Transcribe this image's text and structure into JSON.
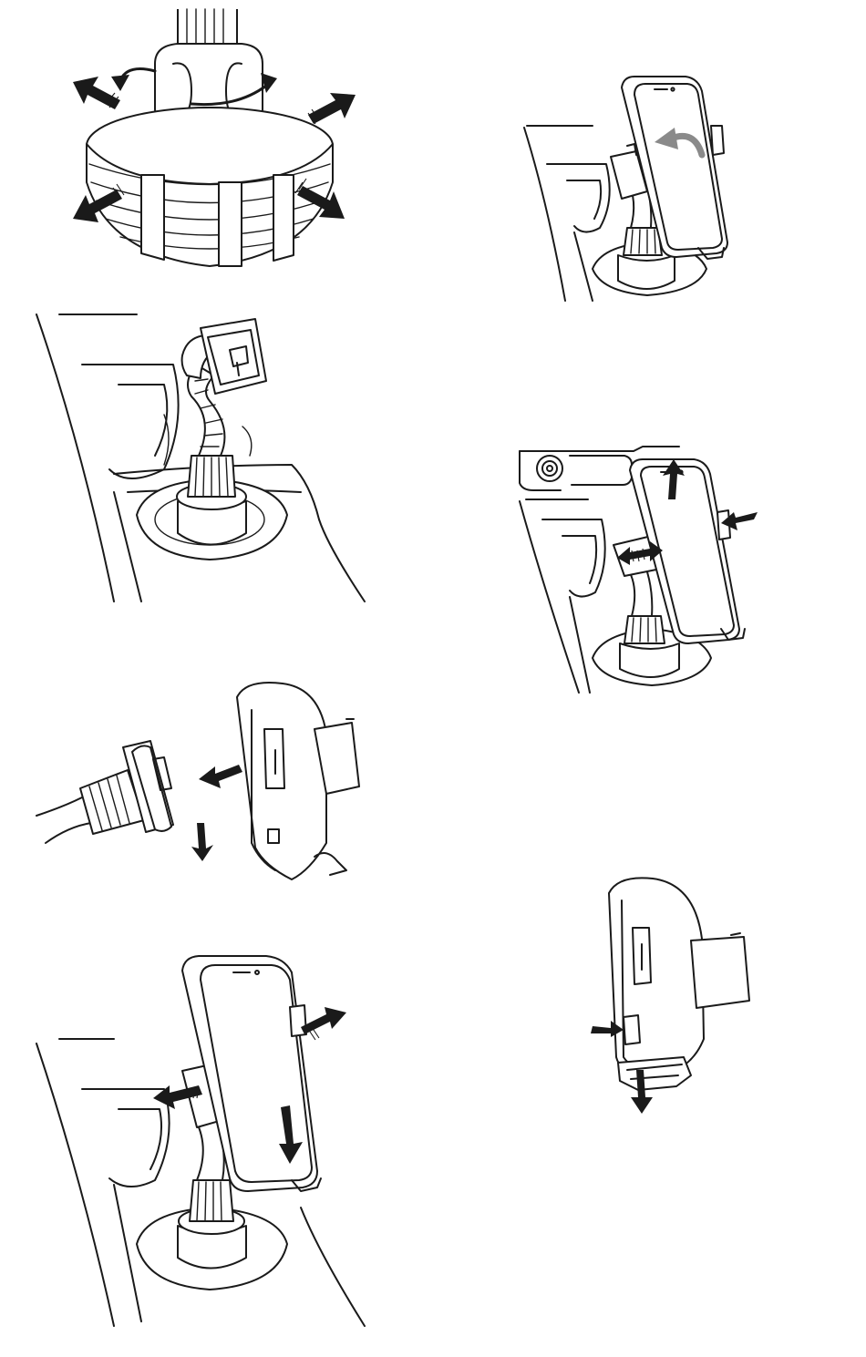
{
  "colors": {
    "line": "#1a1a1a",
    "arrow": "#1a1a1a",
    "arrow_secondary": "#8a8a8a",
    "background": "#ffffff"
  },
  "steps": [
    {
      "id": "adjust-cup-base",
      "icon": "cup-holder-base-expand-icon"
    },
    {
      "id": "insert-base-in-cup-holder",
      "icon": "gooseneck-mount-icon"
    },
    {
      "id": "attach-cradle",
      "icon": "cradle-attach-icon"
    },
    {
      "id": "insert-phone",
      "icon": "phone-insert-icon"
    },
    {
      "id": "rotate-phone",
      "icon": "phone-rotate-icon"
    },
    {
      "id": "release-phone",
      "icon": "phone-release-icon"
    },
    {
      "id": "detach-cradle",
      "icon": "cradle-detach-icon"
    }
  ]
}
